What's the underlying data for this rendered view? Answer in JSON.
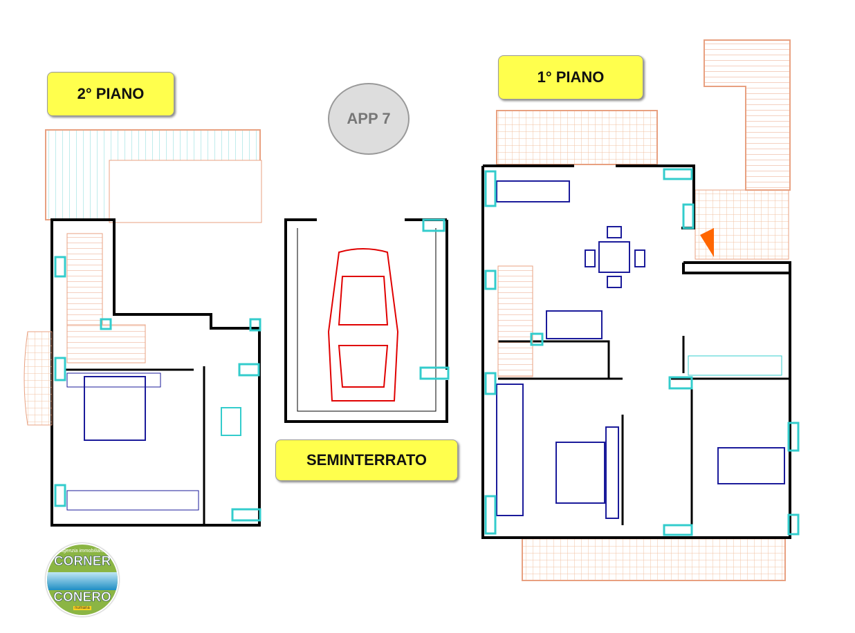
{
  "labels": {
    "floor2": "2° PIANO",
    "floor1": "1° PIANO",
    "basement": "SEMINTERRATO",
    "apartment": "APP 7"
  },
  "logo": {
    "tagline": "agenzia immobiliare",
    "line1": "CORNER",
    "line2": "CONERO",
    "small": "numana"
  },
  "colors": {
    "label_bg": "#ffff4d",
    "wall": "#000000",
    "window": "#33cccc",
    "stairs": "#e8a080",
    "furniture": "#1a1a9a",
    "car": "#e00000",
    "terrace_tiles": "#f0c0a0",
    "balcony_tiles": "#80d8d8",
    "door_marker": "#ff6600"
  }
}
